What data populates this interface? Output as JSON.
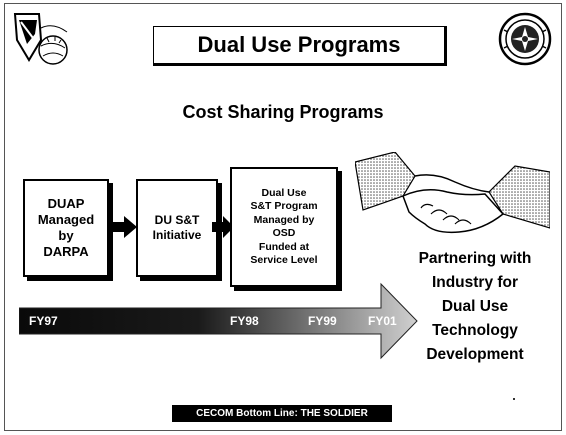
{
  "slide": {
    "title": "Dual Use Programs",
    "subtitle": "Cost Sharing Programs",
    "boxes": {
      "duap": [
        "DUAP",
        "Managed",
        "by",
        "DARPA"
      ],
      "dust": [
        "DU S&T",
        "Initiative"
      ],
      "program": [
        "Dual Use",
        "S&T Program",
        "Managed by",
        "OSD",
        "Funded at",
        "Service Level"
      ]
    },
    "timeline": {
      "fy97": "FY97",
      "fy98": "FY98",
      "fy99": "FY99",
      "fy01": "FY01"
    },
    "partnering": [
      "Partnering with",
      "Industry for",
      "Dual Use",
      "Technology",
      "Development"
    ],
    "footer": "CECOM Bottom Line: THE SOLDIER"
  },
  "colors": {
    "arrow_dark": "#111111",
    "arrow_light": "#c8c8c8",
    "footer_bg": "#000000"
  },
  "icons": {
    "left_logo": "cecom-eagle-logo-icon",
    "right_logo": "army-seal-icon",
    "handshake": "handshake-icon"
  }
}
